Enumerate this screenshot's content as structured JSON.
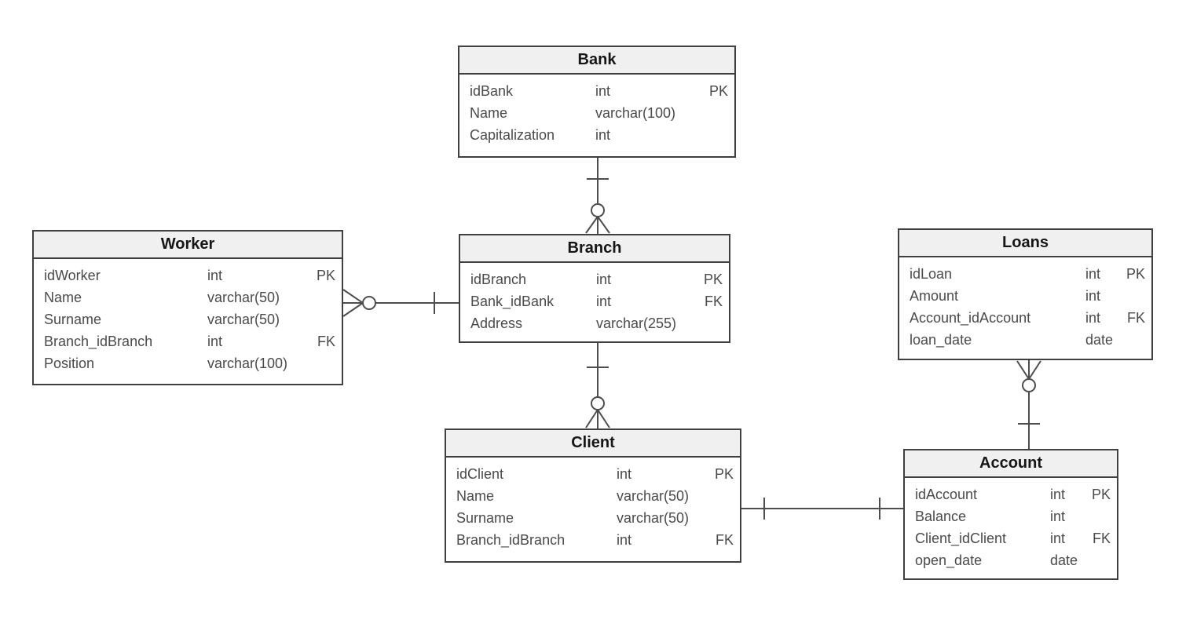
{
  "entities": [
    {
      "id": "bank",
      "title": "Bank",
      "columns": [
        {
          "name": "idBank",
          "type": "int",
          "key": "PK"
        },
        {
          "name": "Name",
          "type": "varchar(100)",
          "key": ""
        },
        {
          "name": "Capitalization",
          "type": "int",
          "key": ""
        }
      ]
    },
    {
      "id": "worker",
      "title": "Worker",
      "columns": [
        {
          "name": "idWorker",
          "type": "int",
          "key": "PK"
        },
        {
          "name": "Name",
          "type": "varchar(50)",
          "key": ""
        },
        {
          "name": "Surname",
          "type": "varchar(50)",
          "key": ""
        },
        {
          "name": "Branch_idBranch",
          "type": "int",
          "key": "FK"
        },
        {
          "name": "Position",
          "type": "varchar(100)",
          "key": ""
        }
      ]
    },
    {
      "id": "branch",
      "title": "Branch",
      "columns": [
        {
          "name": "idBranch",
          "type": "int",
          "key": "PK"
        },
        {
          "name": "Bank_idBank",
          "type": "int",
          "key": "FK"
        },
        {
          "name": "Address",
          "type": "varchar(255)",
          "key": ""
        }
      ]
    },
    {
      "id": "loans",
      "title": "Loans",
      "columns": [
        {
          "name": "idLoan",
          "type": "int",
          "key": "PK"
        },
        {
          "name": "Amount",
          "type": "int",
          "key": ""
        },
        {
          "name": "Account_idAccount",
          "type": "int",
          "key": "FK"
        },
        {
          "name": "loan_date",
          "type": "date",
          "key": ""
        }
      ]
    },
    {
      "id": "client",
      "title": "Client",
      "columns": [
        {
          "name": "idClient",
          "type": "int",
          "key": "PK"
        },
        {
          "name": "Name",
          "type": "varchar(50)",
          "key": ""
        },
        {
          "name": "Surname",
          "type": "varchar(50)",
          "key": ""
        },
        {
          "name": "Branch_idBranch",
          "type": "int",
          "key": "FK"
        }
      ]
    },
    {
      "id": "account",
      "title": "Account",
      "columns": [
        {
          "name": "idAccount",
          "type": "int",
          "key": "PK"
        },
        {
          "name": "Balance",
          "type": "int",
          "key": ""
        },
        {
          "name": "Client_idClient",
          "type": "int",
          "key": "FK"
        },
        {
          "name": "open_date",
          "type": "date",
          "key": ""
        }
      ]
    }
  ],
  "relationships": [
    {
      "from": "Bank",
      "to": "Branch",
      "from_cardinality": "one",
      "to_cardinality": "zero-or-many",
      "notation": "crow-foot"
    },
    {
      "from": "Branch",
      "to": "Worker",
      "from_cardinality": "one",
      "to_cardinality": "zero-or-many",
      "notation": "crow-foot"
    },
    {
      "from": "Branch",
      "to": "Client",
      "from_cardinality": "one",
      "to_cardinality": "zero-or-many",
      "notation": "crow-foot"
    },
    {
      "from": "Account",
      "to": "Loans",
      "from_cardinality": "one",
      "to_cardinality": "zero-or-many",
      "notation": "crow-foot"
    },
    {
      "from": "Client",
      "to": "Account",
      "from_cardinality": "one",
      "to_cardinality": "one",
      "notation": "crow-foot"
    }
  ],
  "colors": {
    "canvas_bg": "#ffffff",
    "entity_border": "#404040",
    "entity_header_bg": "#f0f0f0",
    "entity_body_bg": "#ffffff",
    "title_text": "#161616",
    "row_text": "#4a4a4a",
    "line": "#4d4d4d"
  }
}
